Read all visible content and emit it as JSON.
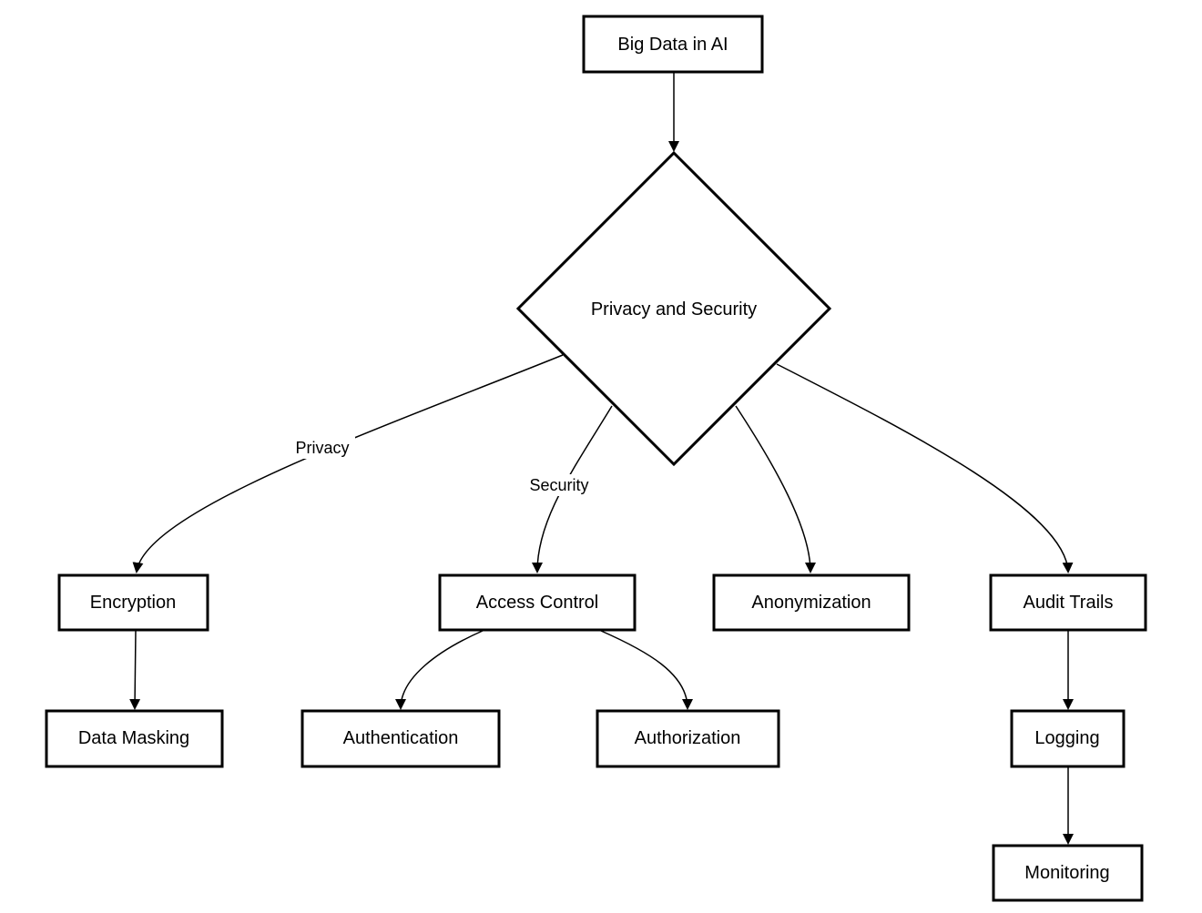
{
  "diagram": {
    "nodes": {
      "big_data": "Big Data in AI",
      "privacy_security": "Privacy and Security",
      "encryption": "Encryption",
      "access_control": "Access Control",
      "anonymization": "Anonymization",
      "audit_trails": "Audit Trails",
      "data_masking": "Data Masking",
      "authentication": "Authentication",
      "authorization": "Authorization",
      "logging": "Logging",
      "monitoring": "Monitoring"
    },
    "edge_labels": {
      "privacy": "Privacy",
      "security": "Security"
    },
    "colors": {
      "stroke": "#000000",
      "fill": "#ffffff"
    }
  }
}
